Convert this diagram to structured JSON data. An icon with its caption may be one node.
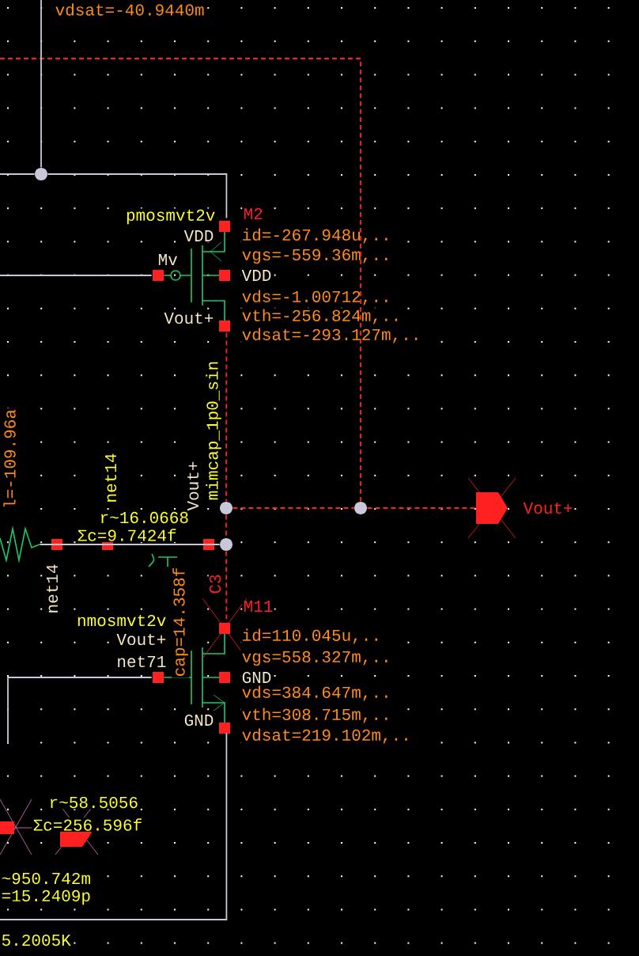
{
  "diagram": {
    "nodes": [
      {
        "text": [
          "M2",
          "pmosmvt2v",
          "id=-267.948u,..",
          "vgs=-559.36m,..",
          "vds=-1.00712,..",
          "vth=-256.824m,..",
          "vdsat=-293.127m,.."
        ]
      },
      {
        "text": [
          "M11",
          "nmosmvt2v",
          "id=110.045u,..",
          "vgs=558.327m,..",
          "vds=384.647m,..",
          "vth=308.715m,..",
          "vdsat=219.102m,.."
        ]
      },
      {
        "text": [
          "Vout+"
        ]
      },
      {
        "text": [],
        "shape": "circle"
      },
      {
        "text": [],
        "shape": "circle"
      },
      {
        "text": [],
        "shape": "circle"
      },
      {
        "text": [],
        "shape": "circle"
      },
      {
        "text": [],
        "shape": "resistor"
      }
    ],
    "edges": [
      {
        "from": 0,
        "to": 3,
        "arrow": "none",
        "style": "dashed",
        "color": "#ff2020"
      },
      {
        "from": 3,
        "to": 5,
        "arrow": "none",
        "style": "dashed",
        "color": "#ff2020"
      },
      {
        "from": 5,
        "to": 1,
        "arrow": "none",
        "style": "dashed",
        "color": "#ff2020"
      },
      {
        "from": 3,
        "to": 4,
        "arrow": "none",
        "style": "dashed",
        "color": "#ff2020"
      },
      {
        "from": 4,
        "to": 2,
        "arrow": "none",
        "style": "dashed",
        "color": "#ff2020"
      },
      {
        "from": null,
        "to": 4,
        "arrow": "none",
        "style": "dashed",
        "color": "#ff2020"
      },
      {
        "from": 6,
        "to": 0,
        "arrow": "none"
      },
      {
        "from": null,
        "to": 6,
        "arrow": "none"
      },
      {
        "from": null,
        "to": 6,
        "arrow": "none"
      },
      {
        "from": null,
        "to": 0,
        "arrow": "none"
      },
      {
        "from": null,
        "to": 1,
        "arrow": "none"
      },
      {
        "from": 1,
        "to": null,
        "arrow": "none"
      },
      {
        "from": 7,
        "to": 5,
        "arrow": "none"
      }
    ],
    "labels": [
      "vdsat=-40.9440m",
      "VDD",
      "Mv",
      "VDD",
      "Vout+",
      "mimcap_1p0_sin",
      "Vout+",
      "net14",
      "r~16.0668",
      "Σc=9.7424f",
      "l=-109.96a",
      "net14",
      "C3",
      "cap=14.358f",
      "Vout+",
      "net71",
      "GND",
      "GND",
      "r~58.5056",
      "Σc=256.596f",
      "~950.742m",
      "=15.2409p",
      "5.2005K"
    ]
  }
}
